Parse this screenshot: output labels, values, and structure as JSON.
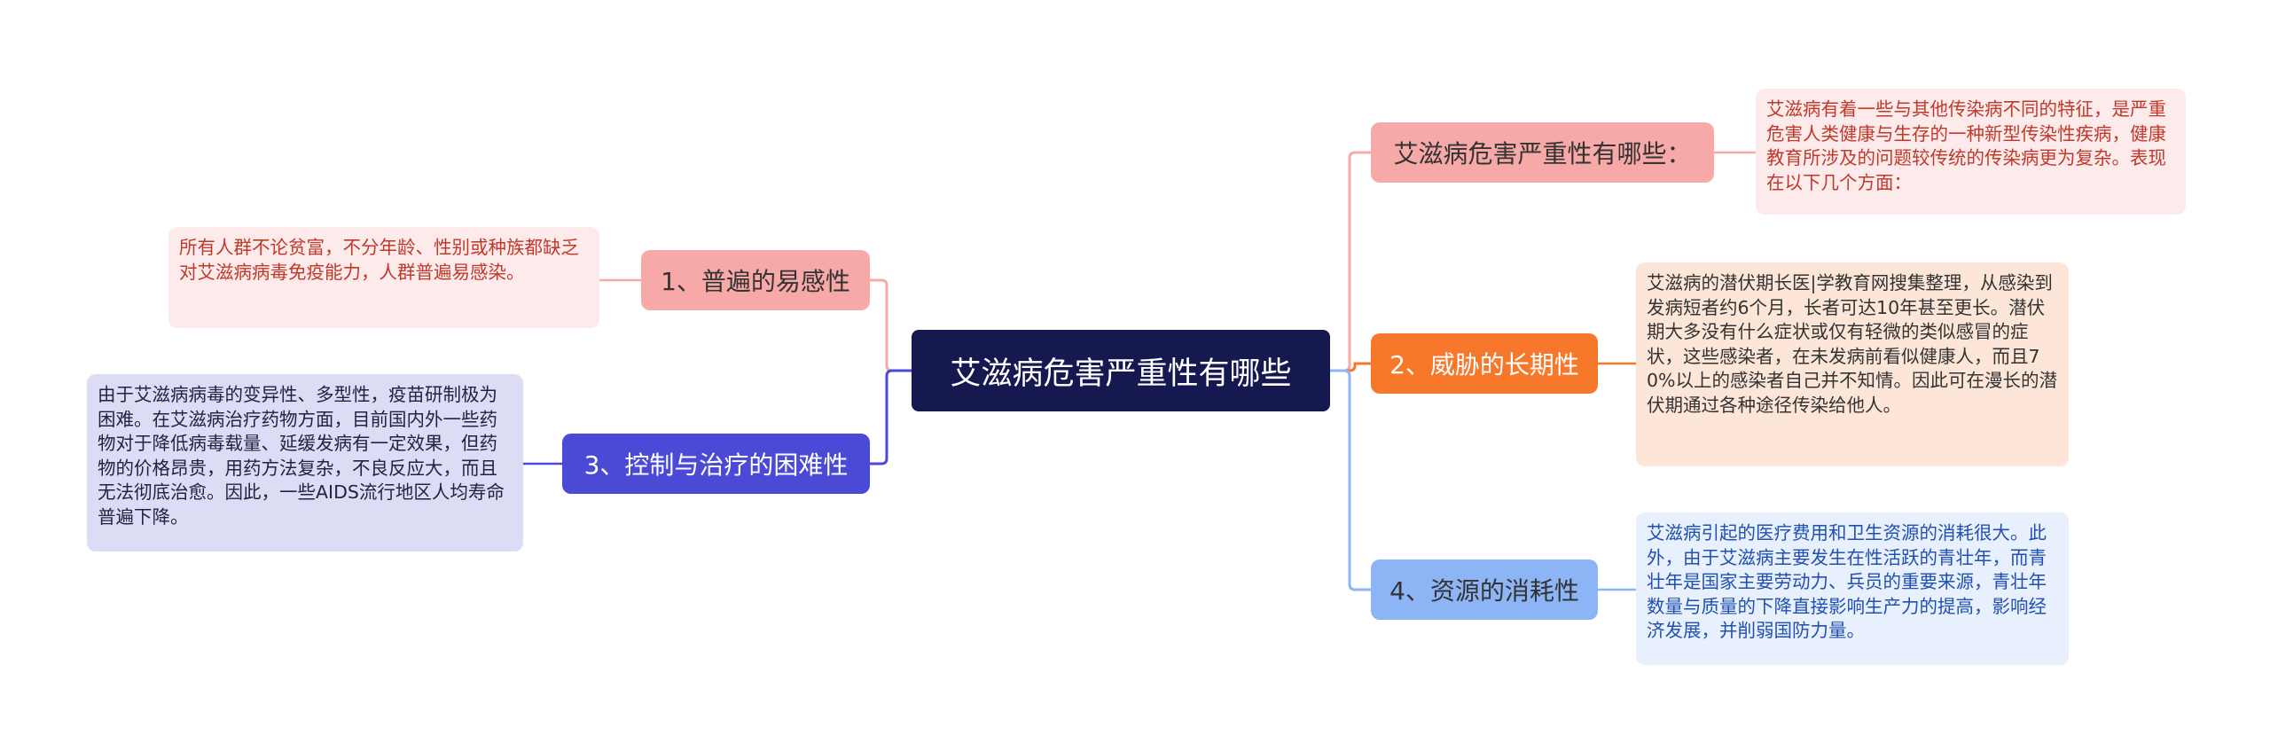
{
  "root": {
    "label": "艾滋病危害严重性有哪些"
  },
  "branches": {
    "intro": {
      "label": "艾滋病危害严重性有哪些：",
      "detail": "艾滋病有着一些与其他传染病不同的特征，是严重危害人类健康与生存的一种新型传染性疾病，健康教育所涉及的问题较传统的传染病更为复杂。表现在以下几个方面："
    },
    "b1": {
      "label": "1、普遍的易感性",
      "detail": "所有人群不论贫富，不分年龄、性别或种族都缺乏对艾滋病病毒免疫能力，人群普遍易感染。"
    },
    "b2": {
      "label": "2、威胁的长期性",
      "detail": "艾滋病的潜伏期长医|学教育网搜集整理，从感染到发病短者约6个月，长者可达10年甚至更长。潜伏期大多没有什么症状或仅有轻微的类似感冒的症状，这些感染者，在未发病前看似健康人，而且70%以上的感染者自己并不知情。因此可在漫长的潜伏期通过各种途径传染给他人。"
    },
    "b3": {
      "label": "3、控制与治疗的困难性",
      "detail": "由于艾滋病病毒的变异性、多型性，疫苗研制极为困难。在艾滋病治疗药物方面，目前国内外一些药物对于降低病毒载量、延缓发病有一定效果，但药物的价格昂贵，用药方法复杂，不良反应大，而且无法彻底治愈。因此，一些AIDS流行地区人均寿命普遍下降。"
    },
    "b4": {
      "label": "4、资源的消耗性",
      "detail": "艾滋病引起的医疗费用和卫生资源的消耗很大。此外，由于艾滋病主要发生在性活跃的青壮年，而青壮年是国家主要劳动力、兵员的重要来源，青壮年数量与质量的下降直接影响生产力的提高，影响经济发展，并削弱国防力量。"
    }
  },
  "colors": {
    "root": "#161850",
    "pink": "#f6a9a6",
    "indigo": "#4a4ad6",
    "orange": "#f7782b",
    "blue": "#8db4f5"
  }
}
